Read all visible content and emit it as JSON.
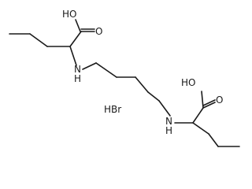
{
  "molecule": {
    "labels": {
      "oh_top": "HO",
      "o_top": "O",
      "nh_left": "N",
      "nh_left_h": "H",
      "oh_bottom": "HO",
      "o_bottom": "O",
      "nh_right": "N",
      "nh_right_h": "H",
      "salt": "HBr"
    }
  }
}
